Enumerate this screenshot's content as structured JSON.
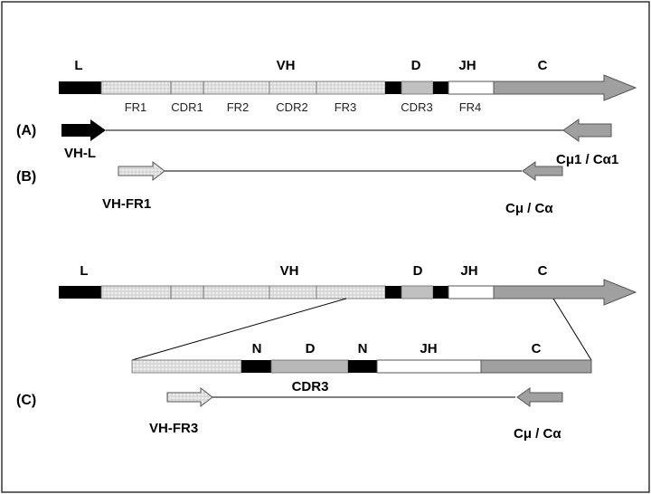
{
  "top_gene": {
    "labels": {
      "L": "L",
      "VH": "VH",
      "D": "D",
      "JH": "JH",
      "C": "C"
    },
    "regions": [
      "FR1",
      "CDR1",
      "FR2",
      "CDR2",
      "FR3",
      "CDR3",
      "FR4"
    ]
  },
  "panel_a": {
    "tag": "(A)",
    "forward_primer": "VH-L",
    "reverse_primer": "Cμ1 / Cα1"
  },
  "panel_b": {
    "tag": "(B)",
    "forward_primer": "VH-FR1",
    "reverse_primer": "Cμ / Cα"
  },
  "bottom_gene": {
    "labels": {
      "L": "L",
      "VH": "VH",
      "D": "D",
      "JH": "JH",
      "C": "C"
    }
  },
  "zoom": {
    "labels": {
      "N1": "N",
      "D": "D",
      "N2": "N",
      "JH": "JH",
      "C": "C"
    },
    "cdr3": "CDR3"
  },
  "panel_c": {
    "tag": "(C)",
    "forward_primer": "VH-FR3",
    "reverse_primer": "Cμ / Cα"
  },
  "colors": {
    "black": "#000000",
    "light_gray": "#c8c8c8",
    "mid_gray": "#a0a0a0",
    "hatch": "#e6e6e6",
    "white": "#ffffff"
  }
}
